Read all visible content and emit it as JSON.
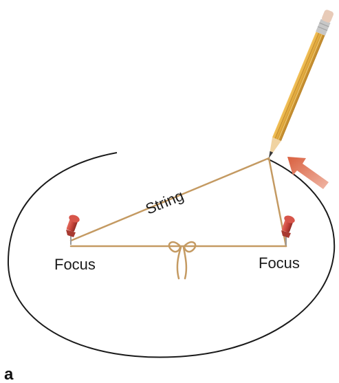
{
  "labels": {
    "string": "String",
    "focus_left": "Focus",
    "focus_right": "Focus",
    "panel": "a"
  },
  "colors": {
    "background": "#ffffff",
    "ellipse_stroke": "#1a1a1a",
    "string": "#c49a62",
    "pin_head": "#c8453b",
    "pin_needle": "#9a9a9a",
    "pencil_body": "#e0a83c",
    "pencil_wood": "#f0d3a2",
    "pencil_ferrule": "#c7c7c7",
    "pencil_eraser": "#e8cbb8",
    "arrow": "#c1452c"
  },
  "icons": {
    "pushpin": "pushpin-icon",
    "pencil": "pencil-icon",
    "arrow": "motion-arrow-icon"
  }
}
